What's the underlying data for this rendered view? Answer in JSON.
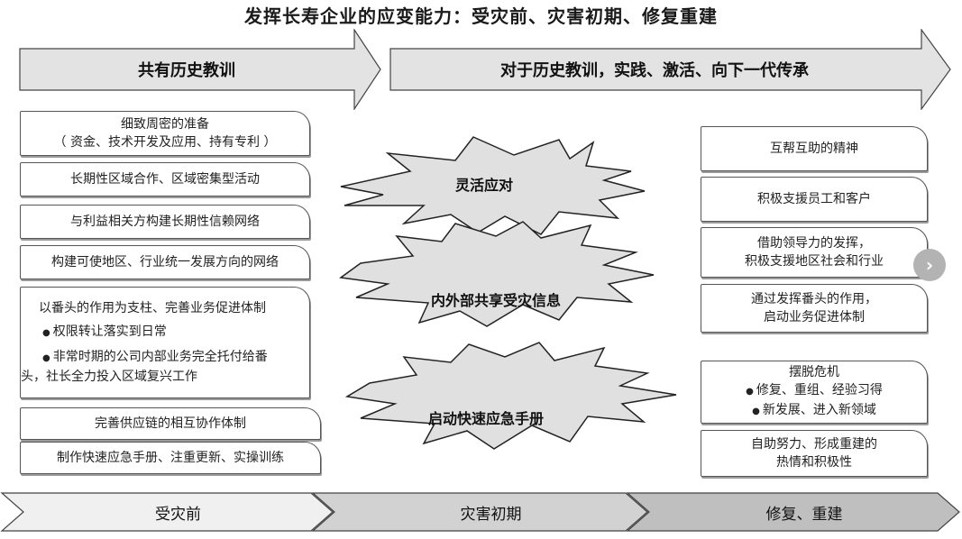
{
  "title": "发挥长寿企业的应变能力：受灾前、灾害初期、修复重建",
  "band_left": "共有历史教训",
  "band_right": "对于历史教训，实践、激活、向下一代传承",
  "left_boxes": [
    {
      "lines": [
        "细致周密的准备",
        "（ 资金、技术开发及应用、持有专利 ）"
      ]
    },
    {
      "lines": [
        "长期性区域合作、区域密集型活动"
      ]
    },
    {
      "lines": [
        "与利益相关方构建长期性信赖网络"
      ]
    },
    {
      "lines": [
        "构建可使地区、行业统一发展方向的网络"
      ]
    },
    {
      "lines": [
        "以番头的作用为支柱、完善业务促进体制",
        "权限转让落实到日常",
        "非常时期的公司内部业务完全托付给番",
        "头，社长全力投入区域复兴工作"
      ]
    },
    {
      "lines": [
        "完善供应链的相互协作体制"
      ]
    },
    {
      "lines": [
        "制作快速应急手册、注重更新、实操训练"
      ]
    }
  ],
  "bursts": [
    "灵活应对",
    "内外部共享受灾信息",
    "启动快速应急手册"
  ],
  "right_boxes": [
    {
      "lines": [
        "互帮互助的精神"
      ]
    },
    {
      "lines": [
        "积极支援员工和客户"
      ]
    },
    {
      "lines": [
        "借助领导力的发挥，",
        "积极支援地区社会和行业"
      ]
    },
    {
      "lines": [
        "通过发挥番头的作用，",
        "启动业务促进体制"
      ]
    },
    {
      "lines": [
        "摆脱危机",
        "修复、重组、经验习得",
        "新发展、进入新领域"
      ]
    },
    {
      "lines": [
        "自助努力、形成重建的",
        "热情和积极性"
      ]
    }
  ],
  "phases": [
    "受灾前",
    "灾害初期",
    "修复、重建"
  ],
  "nav_next_icon": "›",
  "colors": {
    "band": "#e3e3e3",
    "burst": "#e0e0e0",
    "phase1": "#f0f0f0",
    "phase2": "#d2d2d2",
    "phase3": "#bfbfbf"
  }
}
